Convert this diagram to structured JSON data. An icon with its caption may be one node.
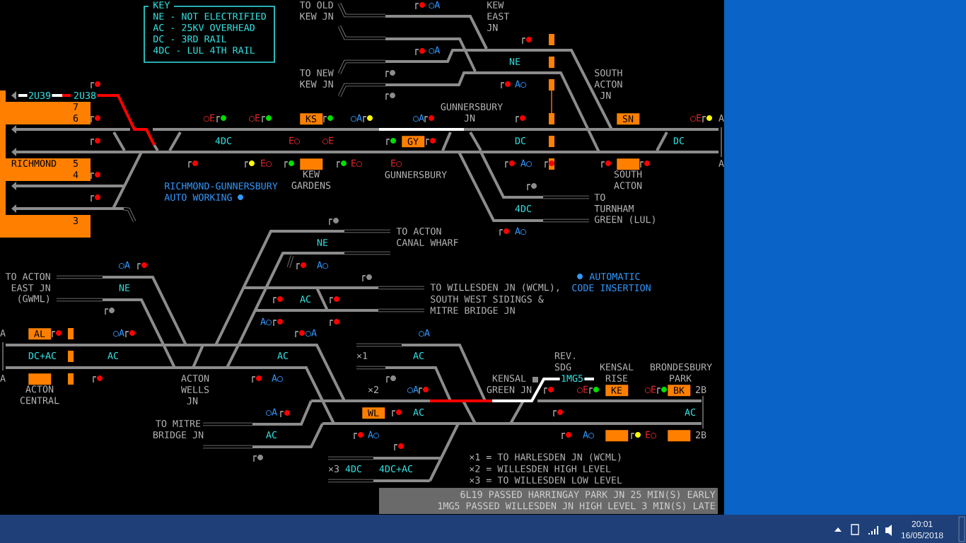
{
  "diagram": {
    "nodes": [
      {
        "text": [
          "7",
          "6",
          "RICHMOND",
          "5",
          "4",
          "3"
        ]
      },
      {
        "text": [
          "KS"
        ]
      },
      {
        "text": [
          "GY"
        ]
      },
      {
        "text": [
          "SN"
        ]
      },
      {
        "text": [
          "AL"
        ]
      },
      {
        "text": [
          "WL"
        ]
      },
      {
        "text": [
          "KE"
        ]
      },
      {
        "text": [
          "BK"
        ]
      },
      {
        "text": [],
        "shape": "box",
        "beside": [
          "KEW GARDENS"
        ]
      },
      {
        "text": [],
        "shape": "box",
        "beside": [
          "SOUTH ACTON"
        ]
      },
      {
        "text": [],
        "shape": "box",
        "beside": [
          "ACTON CENTRAL"
        ]
      },
      {
        "text": [],
        "shape": "box"
      },
      {
        "text": [],
        "shape": "box"
      }
    ],
    "labels": [
      "KEY",
      "TO OLD",
      "○A",
      "KEW",
      "KEW JN",
      "EAST",
      "JN",
      "○A",
      "NE",
      "TO NEW",
      "SOUTH",
      "KEW JN",
      "A○",
      "ACTON",
      "2U39",
      "2U38",
      "JN",
      "GUNNERSBURY",
      "○E",
      "○E",
      "○A",
      "○A",
      "JN",
      "○E",
      "A",
      "4DC",
      "E○",
      "○E",
      "DC",
      "DC",
      "E○",
      "E○",
      "E○",
      "A○",
      "A",
      "GUNNERSBURY",
      "RICHMOND-GUNNERSBURY",
      "AUTO WORKING",
      "TO",
      "4DC",
      "TURNHAM",
      "GREEN (LUL)",
      "TO ACTON",
      "A○",
      "NE",
      "CANAL WHARF",
      "○A",
      "A○",
      "TO ACTON",
      "AUTOMATIC",
      "EAST JN",
      "NE",
      "TO WILLESDEN JN (WCML),",
      "CODE INSERTION",
      "(GWML)",
      "AC",
      "SOUTH WEST SIDINGS &",
      "MITRE BRIDGE JN",
      "A○",
      "A",
      "○A",
      "○A",
      "○A",
      "DC+AC",
      "AC",
      "AC",
      "×1",
      "AC",
      "REV.",
      "SDG",
      "KENSAL",
      "BRONDESBURY",
      "A",
      "ACTON",
      "A○",
      "KENSAL",
      "1MG5",
      "RISE",
      "PARK",
      "WELLS",
      "×2",
      "○A",
      "GREEN JN",
      "○E",
      "○E",
      "2B",
      "JN",
      "○A",
      "AC",
      "AC",
      "TO MITRE",
      "BRIDGE JN",
      "AC",
      "A○",
      "A○",
      "E○",
      "2B",
      "×1 = TO HARLESDEN JN (WCML)",
      "×3",
      "4DC",
      "4DC+AC",
      "×2 = WILLESDEN HIGH LEVEL",
      "×3 = TO WILLESDEN LOW LEVEL",
      "6L19 PASSED HARRINGAY PARK JN 25 MIN(S) EARLY",
      "1MG5 PASSED WILLESDEN JN HIGH LEVEL 3 MIN(S) LATE",
      "20:01",
      "16/05/2018"
    ],
    "legend": [
      {
        "text": "NE - NOT ELECTRIFIED"
      },
      {
        "text": "AC - 25KV OVERHEAD"
      },
      {
        "text": "DC - 3RD RAIL"
      },
      {
        "text": "4DC - LUL 4TH RAIL"
      }
    ]
  }
}
